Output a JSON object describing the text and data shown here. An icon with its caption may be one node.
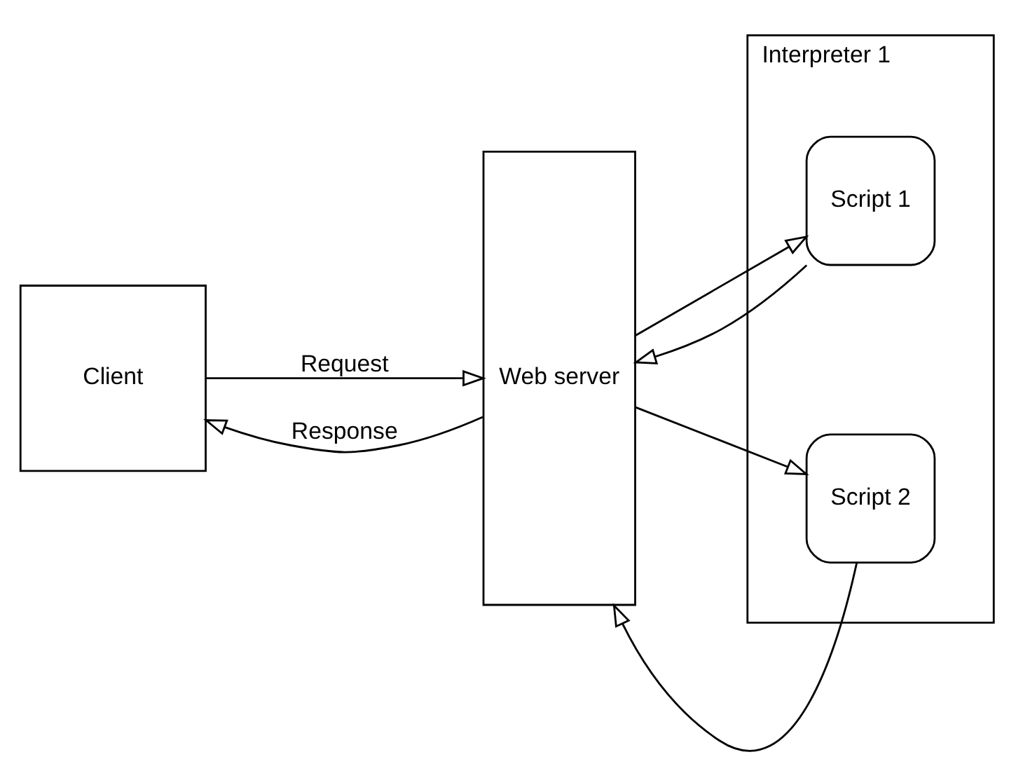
{
  "diagram": {
    "nodes": [
      {
        "text": [
          "Client"
        ]
      },
      {
        "text": [
          "Web server"
        ]
      },
      {
        "text": [
          "Interpreter 1"
        ]
      },
      {
        "text": [
          "Script 1"
        ],
        "in": 2
      },
      {
        "text": [
          "Script 2"
        ],
        "in": 2
      }
    ],
    "edges": [
      {
        "from": 0,
        "to": 1,
        "arrow": "to",
        "label": "Request"
      },
      {
        "from": 1,
        "to": 0,
        "arrow": "to",
        "label": "Response"
      },
      {
        "from": 1,
        "to": 3,
        "arrow": "to"
      },
      {
        "from": 3,
        "to": 1,
        "arrow": "to"
      },
      {
        "from": 1,
        "to": 4,
        "arrow": "to"
      },
      {
        "from": 4,
        "to": 1,
        "arrow": "to"
      }
    ]
  }
}
